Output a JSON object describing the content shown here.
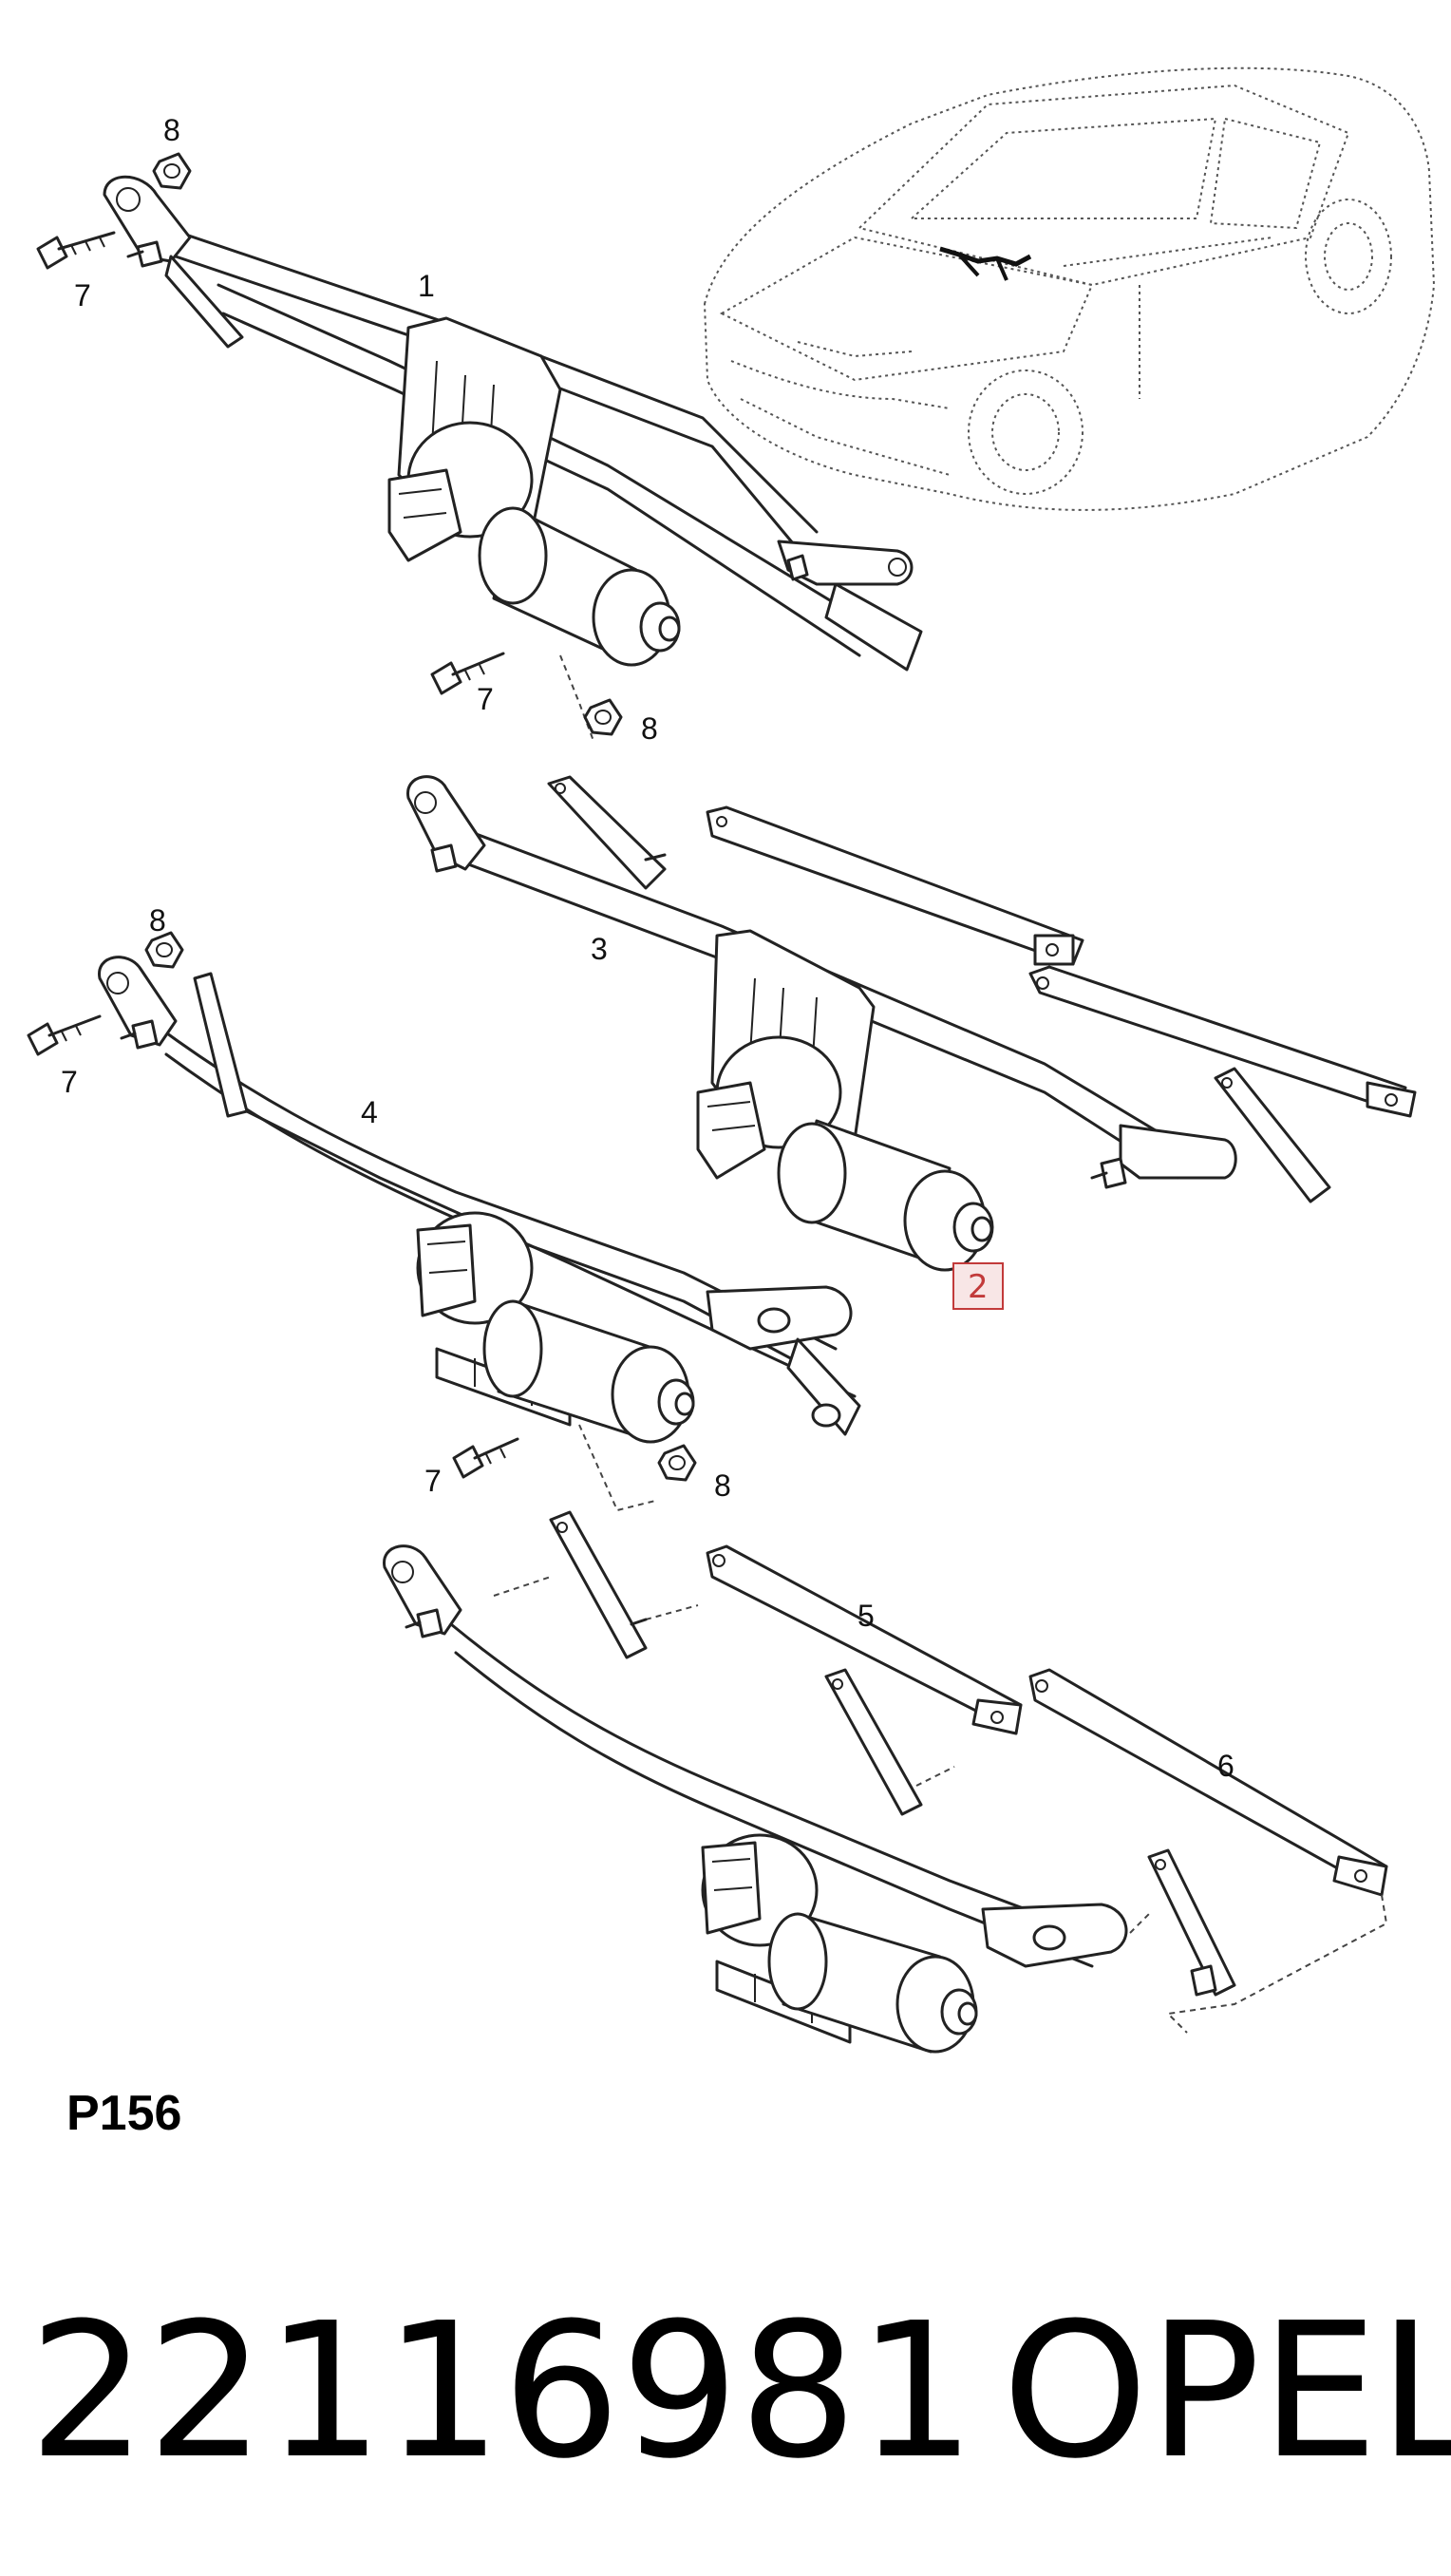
{
  "callouts": {
    "a1": "1",
    "a7": "7",
    "a8": "8",
    "a7b": "7",
    "a8b": "8",
    "b3": "3",
    "b2": "2",
    "c4": "4",
    "c7": "7",
    "c8": "8",
    "c7b": "7",
    "c8b": "8",
    "d5": "5",
    "d6": "6"
  },
  "diagram_code": "P156",
  "part_number": "22116981",
  "brand": "OPEL",
  "colors": {
    "highlight_box": "#f8e6e6",
    "highlight_border": "#c23a3a"
  }
}
